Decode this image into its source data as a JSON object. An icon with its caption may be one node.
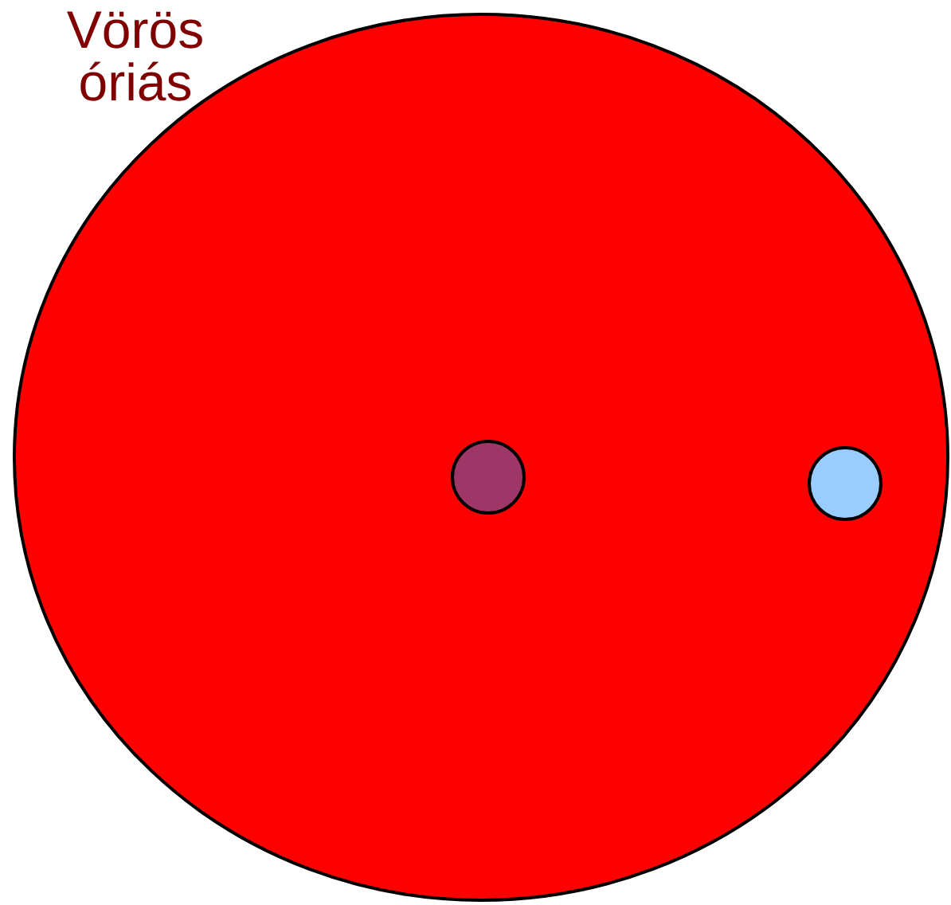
{
  "diagram": {
    "nodes": [
      {
        "text": [],
        "shape": "circle",
        "beside": [
          "Vörös óriás"
        ]
      },
      {
        "text": [],
        "shape": "circle",
        "in": 0
      },
      {
        "text": [],
        "shape": "circle",
        "in": 0
      }
    ]
  }
}
